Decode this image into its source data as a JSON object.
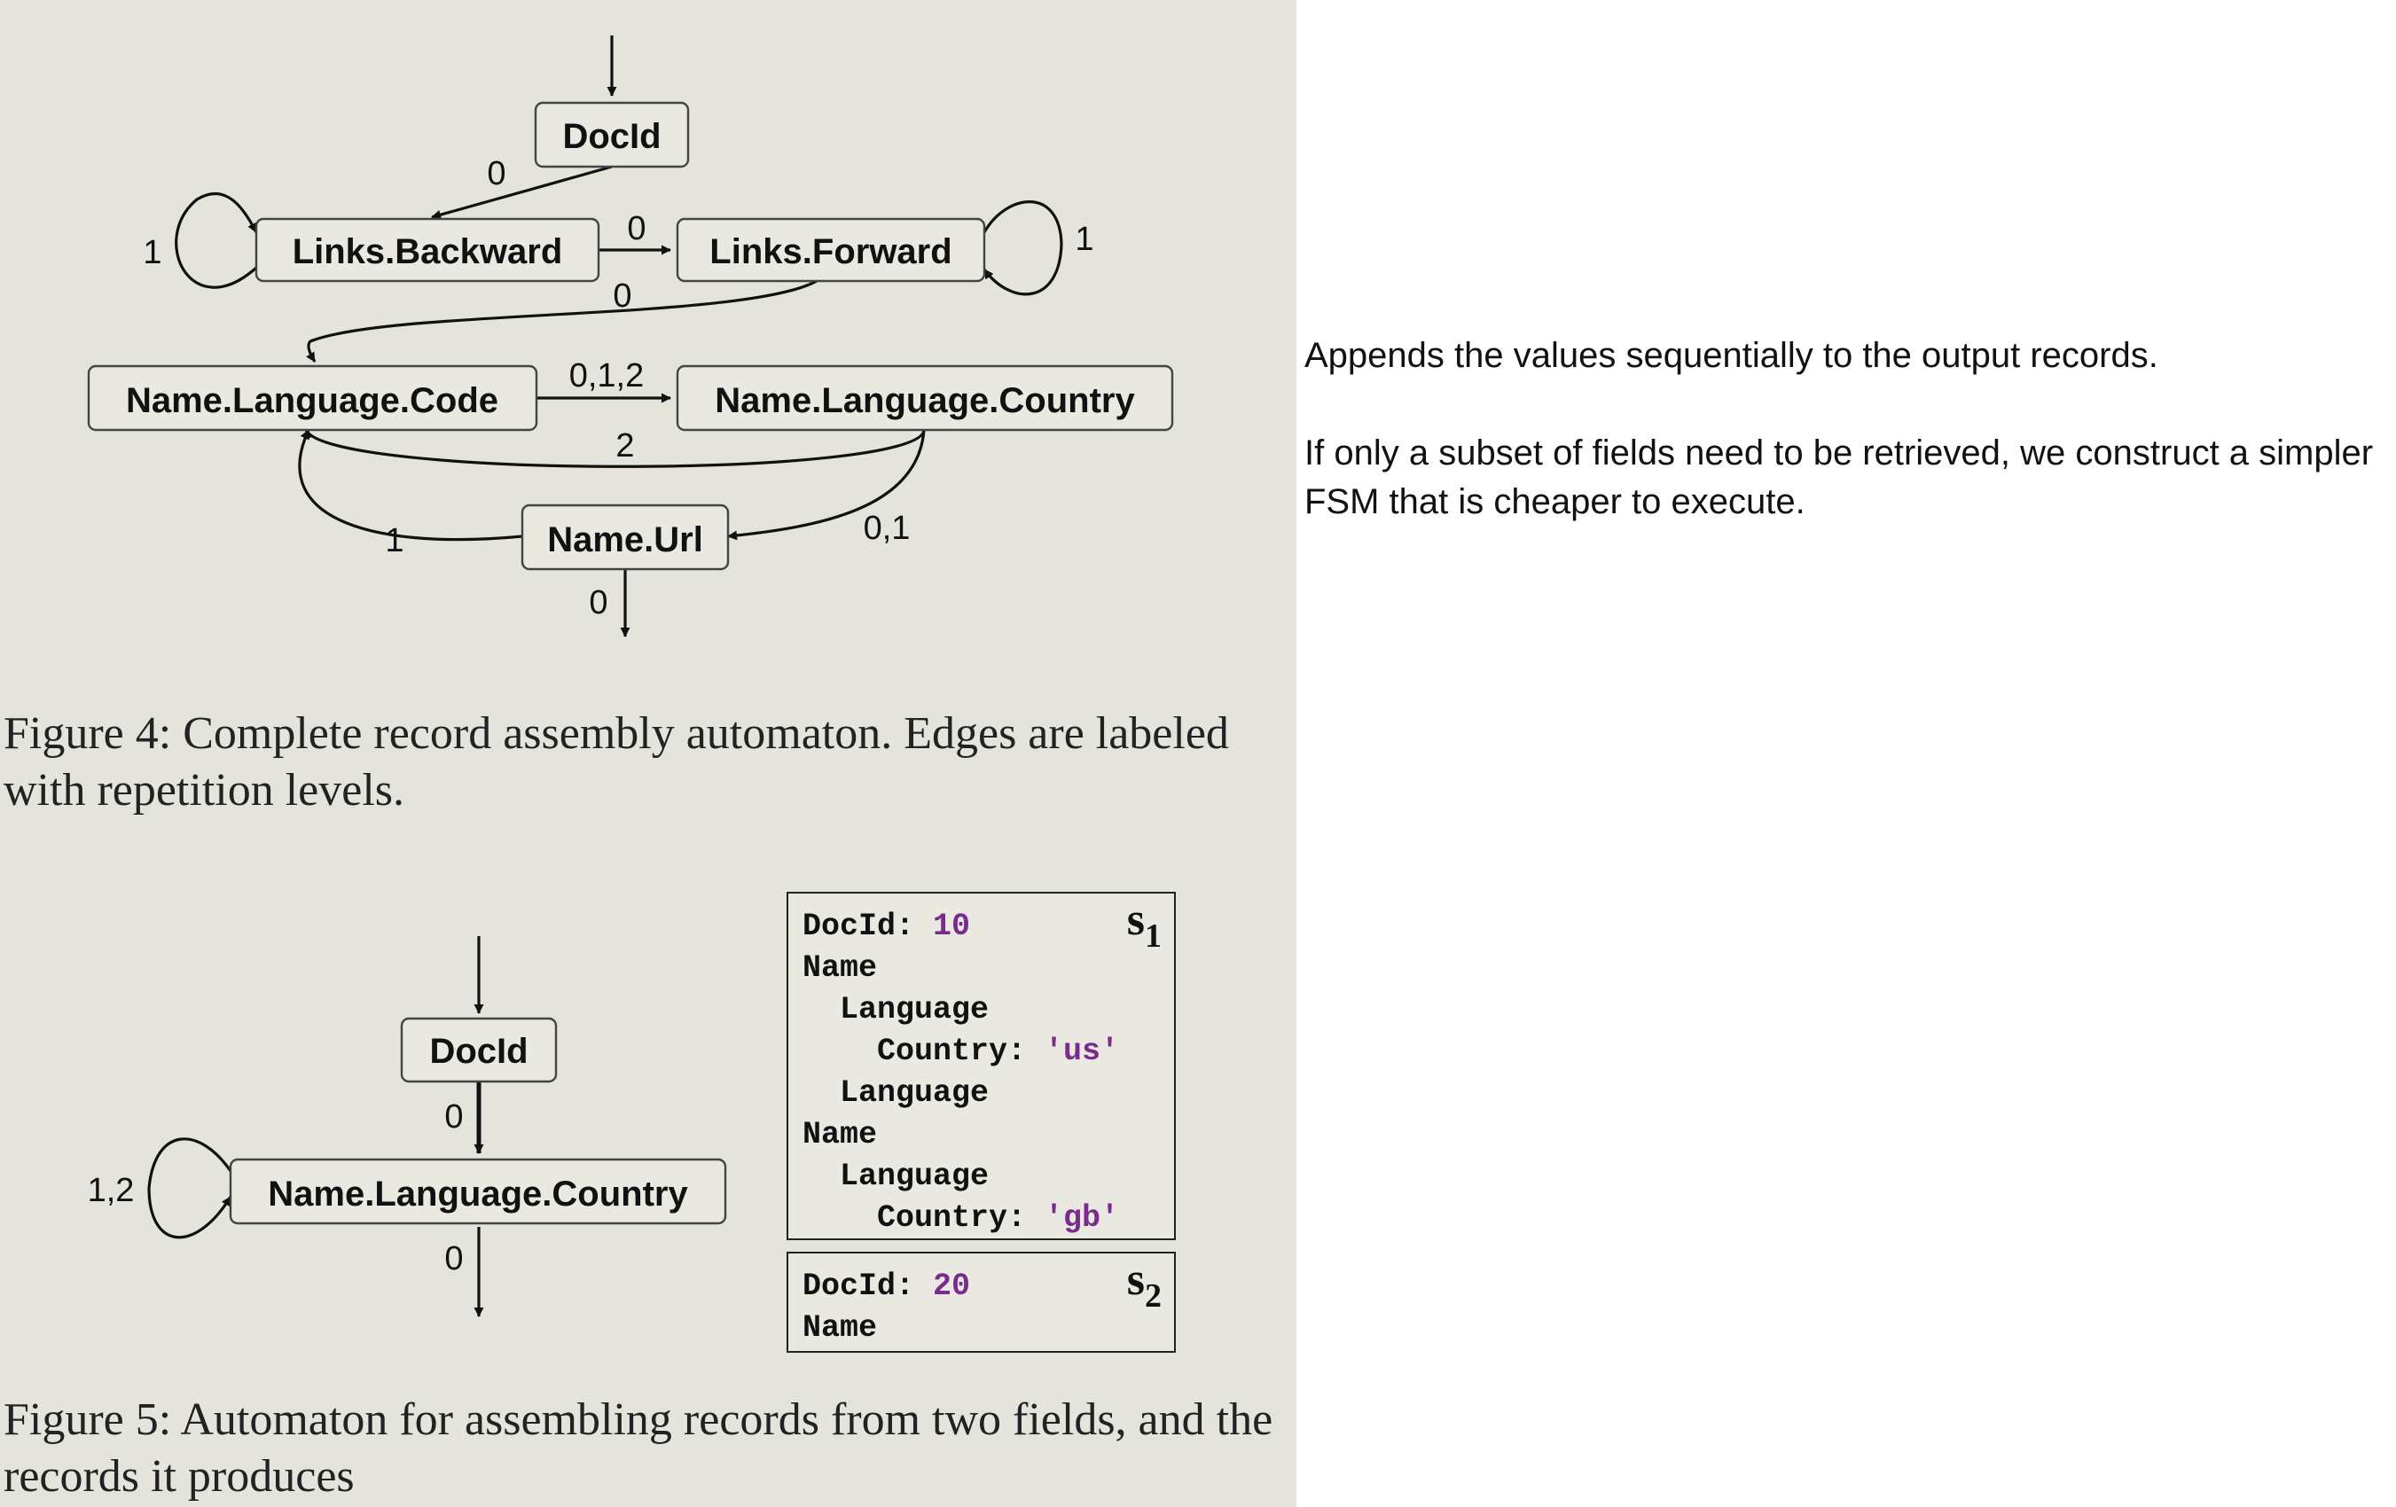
{
  "figure4": {
    "nodes": {
      "docid": "DocId",
      "links_backward": "Links.Backward",
      "links_forward": "Links.Forward",
      "name_language_code": "Name.Language.Code",
      "name_language_country": "Name.Language.Country",
      "name_url": "Name.Url"
    },
    "edge_labels": {
      "docid_to_backward": "0",
      "backward_self": "1",
      "backward_to_forward": "0",
      "forward_self": "1",
      "forward_to_code": "0",
      "code_to_country": "0,1,2",
      "country_to_code": "2",
      "country_to_url": "0,1",
      "url_to_code": "1",
      "url_exit": "0"
    },
    "caption": "Figure 4: Complete record assembly automaton. Edges are labeled with repetition levels."
  },
  "figure5": {
    "nodes": {
      "docid": "DocId",
      "name_language_country": "Name.Language.Country"
    },
    "edge_labels": {
      "docid_to_country": "0",
      "country_self": "1,2",
      "country_exit": "0"
    },
    "records": [
      {
        "label_main": "s",
        "label_sub": "1",
        "lines": [
          {
            "key": "DocId: ",
            "value": "10"
          },
          {
            "key": "Name",
            "value": ""
          },
          {
            "key": "  Language",
            "value": ""
          },
          {
            "key": "    Country: ",
            "value": "'us'"
          },
          {
            "key": "  Language",
            "value": ""
          },
          {
            "key": "Name",
            "value": ""
          },
          {
            "key": "  Language",
            "value": ""
          },
          {
            "key": "    Country: ",
            "value": "'gb'"
          }
        ]
      },
      {
        "label_main": "s",
        "label_sub": "2",
        "lines": [
          {
            "key": "DocId: ",
            "value": "20"
          },
          {
            "key": "Name",
            "value": ""
          }
        ]
      }
    ],
    "caption": "Figure 5: Automaton for assembling records from two fields, and the records it produces"
  },
  "notes": {
    "line1": "Appends the values sequentially to the output records.",
    "line2": "If only a subset of fields need to be retrieved, we construct a simpler FSM that is cheaper to execute."
  },
  "colors": {
    "panel_background": "#e4e3dc",
    "record_value": "#7a2c8e"
  }
}
